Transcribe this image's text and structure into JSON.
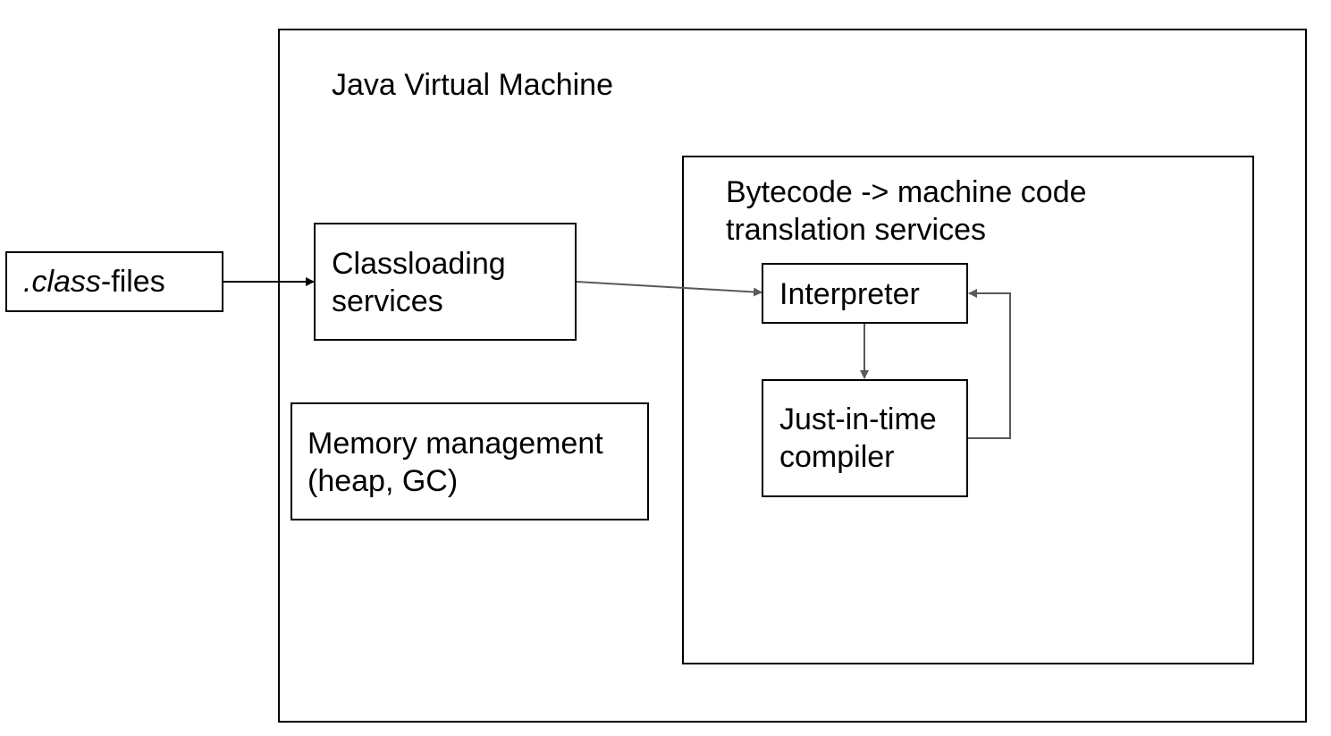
{
  "colors": {
    "border": "#000000",
    "arrow_dark": "#000000",
    "arrow_gray": "#595959",
    "background": "#ffffff"
  },
  "input": {
    "italic_part": ".class",
    "rest": "-files"
  },
  "jvm": {
    "title": "Java Virtual Machine"
  },
  "classloading": {
    "line1": "Classloading",
    "line2": "services"
  },
  "memory": {
    "line1": "Memory management",
    "line2": "(heap, GC)"
  },
  "translation": {
    "line1": "Bytecode -> machine code",
    "line2": "translation services"
  },
  "interpreter": {
    "label": "Interpreter"
  },
  "jit": {
    "line1": "Just-in-time",
    "line2": "compiler"
  }
}
